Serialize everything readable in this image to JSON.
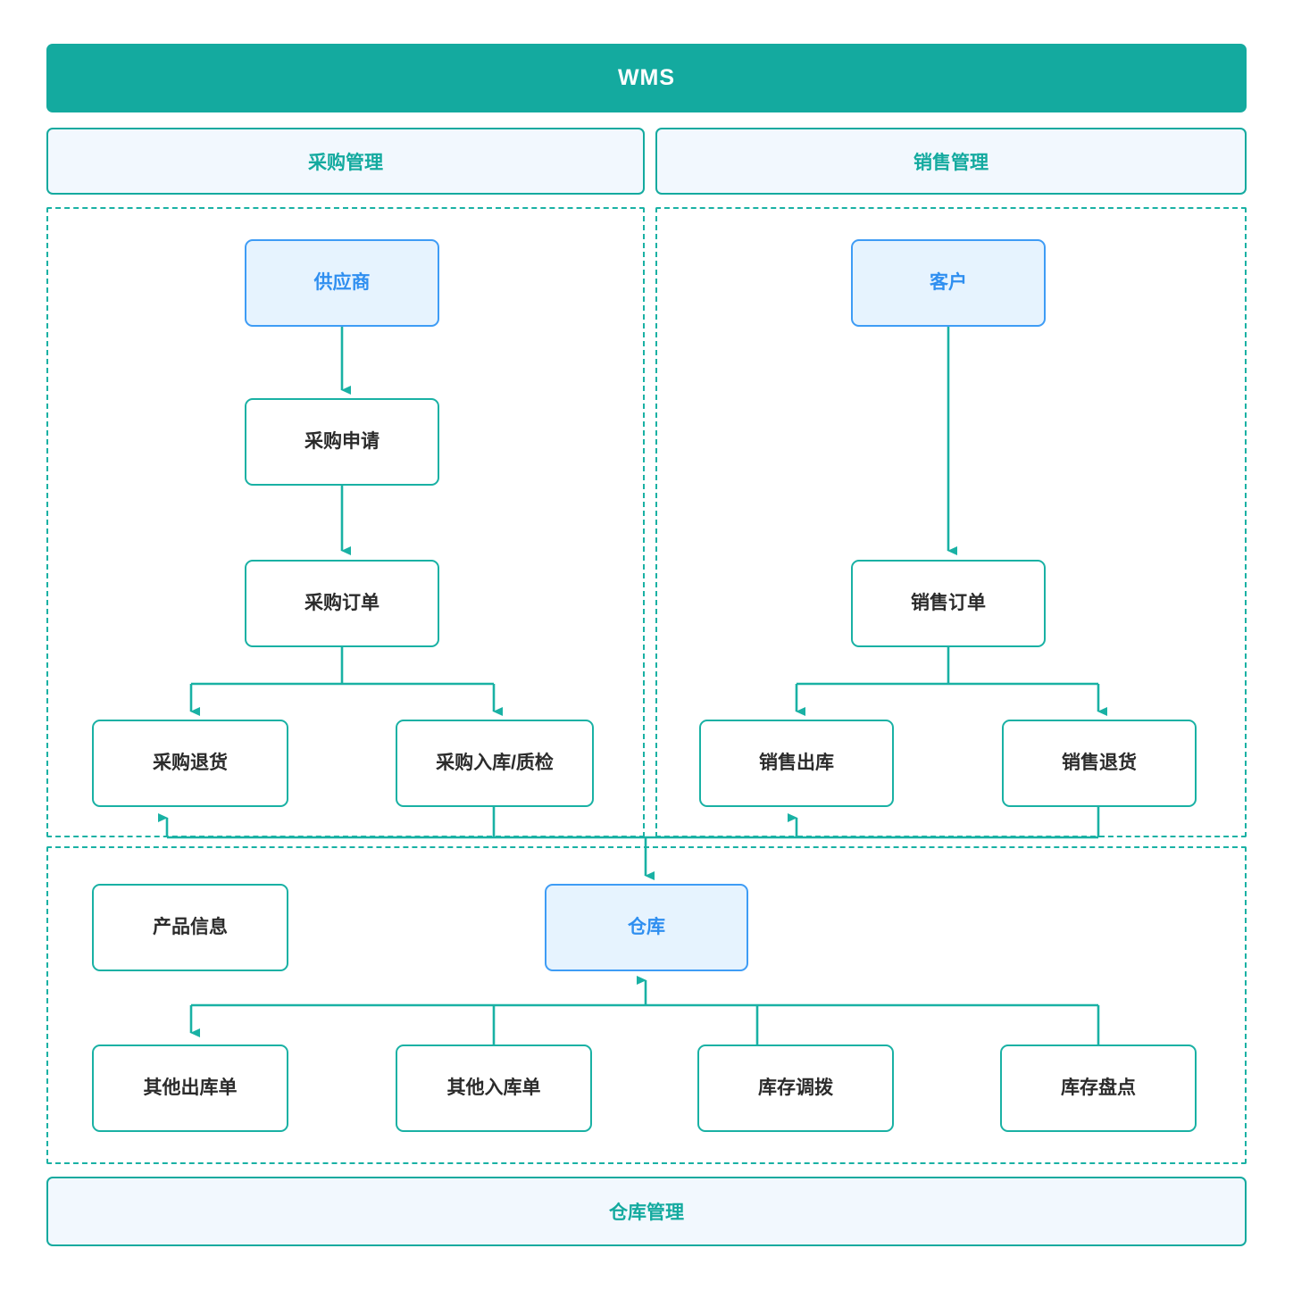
{
  "banner": {
    "title": "WMS"
  },
  "sections": [
    {
      "key": "purchase",
      "label": "采购管理"
    },
    {
      "key": "sales",
      "label": "销售管理"
    },
    {
      "key": "warehouse",
      "label": "仓库管理"
    }
  ],
  "colors": {
    "banner_fill": "#14aa9f",
    "banner_text": "#ffffff",
    "section_fill": "#f2f8fe",
    "section_border": "#14aa9f",
    "section_text": "#14aa9f",
    "node_border": "#19b1a4",
    "node_fill": "#ffffff",
    "node_text": "#2b2b2b",
    "accent_border": "#3e9cf5",
    "accent_fill": "#e6f3fe",
    "accent_text": "#2f8ff0",
    "connector": "#19b1a4",
    "group_border": "#19b1a4"
  },
  "nodes": {
    "supplier": {
      "label": "供应商",
      "style": "accent"
    },
    "purchase_request": {
      "label": "采购申请",
      "style": "plain"
    },
    "purchase_order": {
      "label": "采购订单",
      "style": "plain"
    },
    "purchase_return": {
      "label": "采购退货",
      "style": "plain"
    },
    "purchase_inbound": {
      "label": "采购入库/质检",
      "style": "plain"
    },
    "customer": {
      "label": "客户",
      "style": "accent"
    },
    "sales_order": {
      "label": "销售订单",
      "style": "plain"
    },
    "sales_outbound": {
      "label": "销售出库",
      "style": "plain"
    },
    "sales_return": {
      "label": "销售退货",
      "style": "plain"
    },
    "product_info": {
      "label": "产品信息",
      "style": "plain"
    },
    "warehouse": {
      "label": "仓库",
      "style": "accent"
    },
    "other_outbound": {
      "label": "其他出库单",
      "style": "plain"
    },
    "other_inbound": {
      "label": "其他入库单",
      "style": "plain"
    },
    "stock_transfer": {
      "label": "库存调拨",
      "style": "plain"
    },
    "stock_count": {
      "label": "库存盘点",
      "style": "plain"
    }
  },
  "chart_data": {
    "type": "diagram",
    "title": "WMS",
    "diagram_kind": "flowchart",
    "groups": [
      {
        "id": "purchase",
        "label": "采购管理",
        "members": [
          "供应商",
          "采购申请",
          "采购订单",
          "采购退货",
          "采购入库/质检"
        ]
      },
      {
        "id": "sales",
        "label": "销售管理",
        "members": [
          "客户",
          "销售订单",
          "销售出库",
          "销售退货"
        ]
      },
      {
        "id": "warehouse",
        "label": "仓库管理",
        "members": [
          "产品信息",
          "仓库",
          "其他出库单",
          "其他入库单",
          "库存调拨",
          "库存盘点"
        ]
      }
    ],
    "edges": [
      {
        "from": "供应商",
        "to": "采购申请",
        "arrow": true
      },
      {
        "from": "采购申请",
        "to": "采购订单",
        "arrow": true
      },
      {
        "from": "采购订单",
        "to": "采购退货",
        "arrow": true
      },
      {
        "from": "采购订单",
        "to": "采购入库/质检",
        "arrow": true
      },
      {
        "from": "采购入库/质检",
        "to": "仓库",
        "arrow": true
      },
      {
        "from": "采购入库/质检",
        "to": "采购退货",
        "arrow": true
      },
      {
        "from": "客户",
        "to": "销售订单",
        "arrow": true
      },
      {
        "from": "销售订单",
        "to": "销售出库",
        "arrow": true
      },
      {
        "from": "销售订单",
        "to": "销售退货",
        "arrow": true
      },
      {
        "from": "销售退货",
        "to": "仓库",
        "arrow": true
      },
      {
        "from": "销售退货",
        "to": "销售出库",
        "arrow": true
      },
      {
        "from": "仓库",
        "to": "其他出库单",
        "arrow": true
      },
      {
        "from": "其他入库单",
        "to": "仓库",
        "arrow": true
      },
      {
        "from": "库存调拨",
        "to": "仓库",
        "arrow": true
      },
      {
        "from": "库存盘点",
        "to": "仓库",
        "arrow": true
      }
    ]
  }
}
